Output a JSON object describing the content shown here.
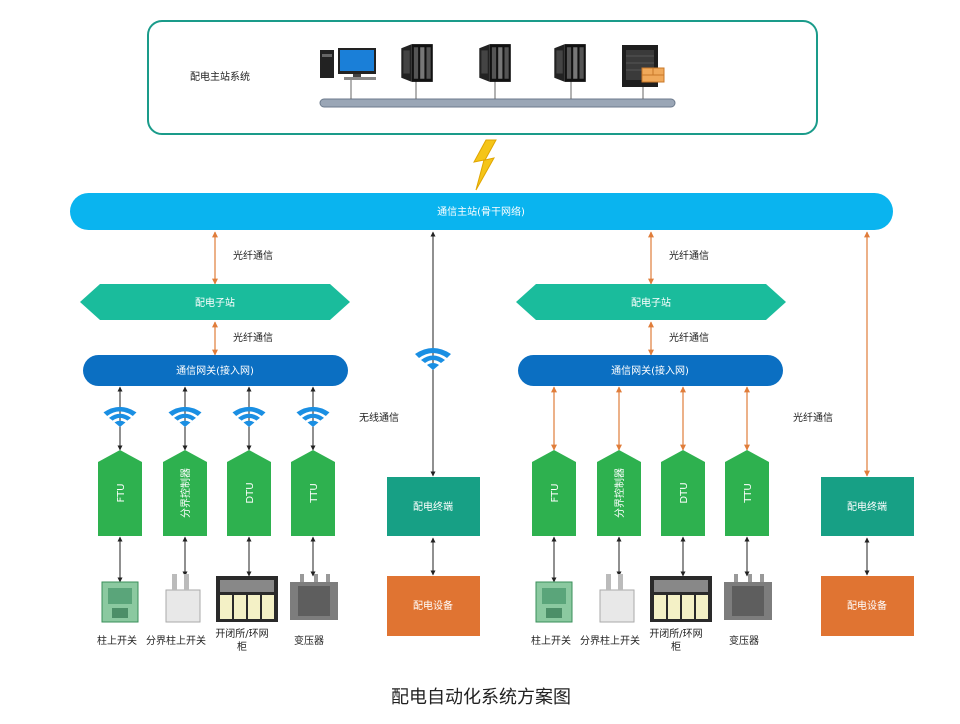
{
  "title": "配电自动化系统方案图",
  "master_station": {
    "label": "配电主站系统"
  },
  "backbone": {
    "label": "通信主站(骨干网络)"
  },
  "links": {
    "fiber": "光纤通信",
    "wireless": "无线通信"
  },
  "left": {
    "substation": "配电子站",
    "gateway": "通信网关(接入网)",
    "terminals": [
      "FTU",
      "分界控制器",
      "DTU",
      "TTU"
    ],
    "devices": [
      "柱上开关",
      "分界柱上开关",
      "开闭所/环网柜",
      "变压器"
    ]
  },
  "right": {
    "substation": "配电子站",
    "gateway": "通信网关(接入网)",
    "terminals": [
      "FTU",
      "分界控制器",
      "DTU",
      "TTU"
    ],
    "devices": [
      "柱上开关",
      "分界柱上开关",
      "开闭所/环网柜",
      "变压器"
    ]
  },
  "mid_left": {
    "terminal": "配电终端",
    "equipment": "配电设备"
  },
  "mid_right": {
    "terminal": "配电终端",
    "equipment": "配电设备"
  },
  "colors": {
    "backbone": "#0ab4ef",
    "substation": "#1abc9c",
    "gateway": "#0b6fc2",
    "terminal": "#2eb14f",
    "mid_terminal": "#17a085",
    "equipment": "#e07432",
    "fiber_arrow": "#e07d3a",
    "line_dark": "#333333"
  }
}
